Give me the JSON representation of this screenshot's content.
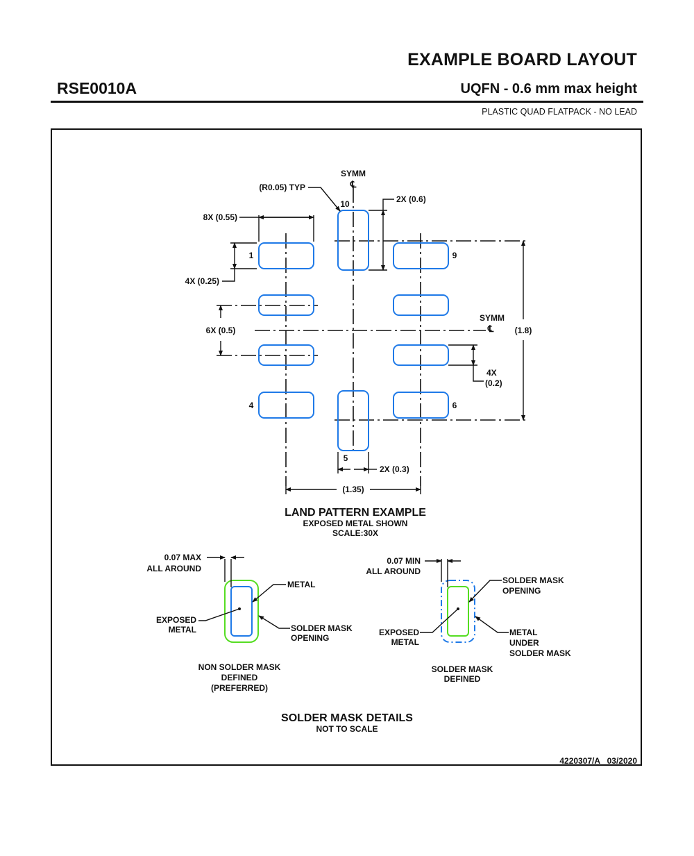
{
  "header": {
    "title": "EXAMPLE BOARD LAYOUT",
    "part_number": "RSE0010A",
    "package": "UQFN - 0.6 mm max height",
    "package_type": "PLASTIC QUAD FLATPACK - NO LEAD"
  },
  "colors": {
    "pad_metal": "#1f7ae8",
    "solder_mask_opening": "#55dd22",
    "line": "#111111"
  },
  "land_pattern": {
    "title": "LAND PATTERN EXAMPLE",
    "subtitle": "EXPOSED METAL SHOWN",
    "scale": "SCALE:30X",
    "symm_label": "SYMM",
    "centerline_symbol": "℄",
    "pin_labels": {
      "p1": "1",
      "p4": "4",
      "p5": "5",
      "p6": "6",
      "p9": "9",
      "p10": "10"
    },
    "dimensions": {
      "corner_radius": "(R0.05) TYP",
      "pad_length": "8X (0.55)",
      "side_pad_width": "4X (0.25)",
      "center_pad_length": "2X (0.6)",
      "pitch": "6X (0.5)",
      "inner_pad_width_count": "4X",
      "inner_pad_width": "(0.2)",
      "center_pad_width": "2X (0.3)",
      "row_span": "(1.8)",
      "column_span": "(1.35)"
    }
  },
  "solder_mask_details": {
    "title": "SOLDER MASK DETAILS",
    "subtitle": "NOT TO SCALE",
    "nsmd": {
      "clearance_line1": "0.07 MAX",
      "clearance_line2": "ALL AROUND",
      "metal": "METAL",
      "exposed_line1": "EXPOSED",
      "exposed_line2": "METAL",
      "opening_line1": "SOLDER MASK",
      "opening_line2": "OPENING",
      "caption_line1": "NON SOLDER MASK",
      "caption_line2": "DEFINED",
      "caption_line3": "(PREFERRED)"
    },
    "smd": {
      "clearance_line1": "0.07 MIN",
      "clearance_line2": "ALL AROUND",
      "opening_line1": "SOLDER MASK",
      "opening_line2": "OPENING",
      "exposed_line1": "EXPOSED",
      "exposed_line2": "METAL",
      "under_line1": "METAL",
      "under_line2": "UNDER",
      "under_line3": "SOLDER MASK",
      "caption_line1": "SOLDER MASK",
      "caption_line2": "DEFINED"
    }
  },
  "footer": {
    "doc_id": "4220307/A   03/2020"
  }
}
